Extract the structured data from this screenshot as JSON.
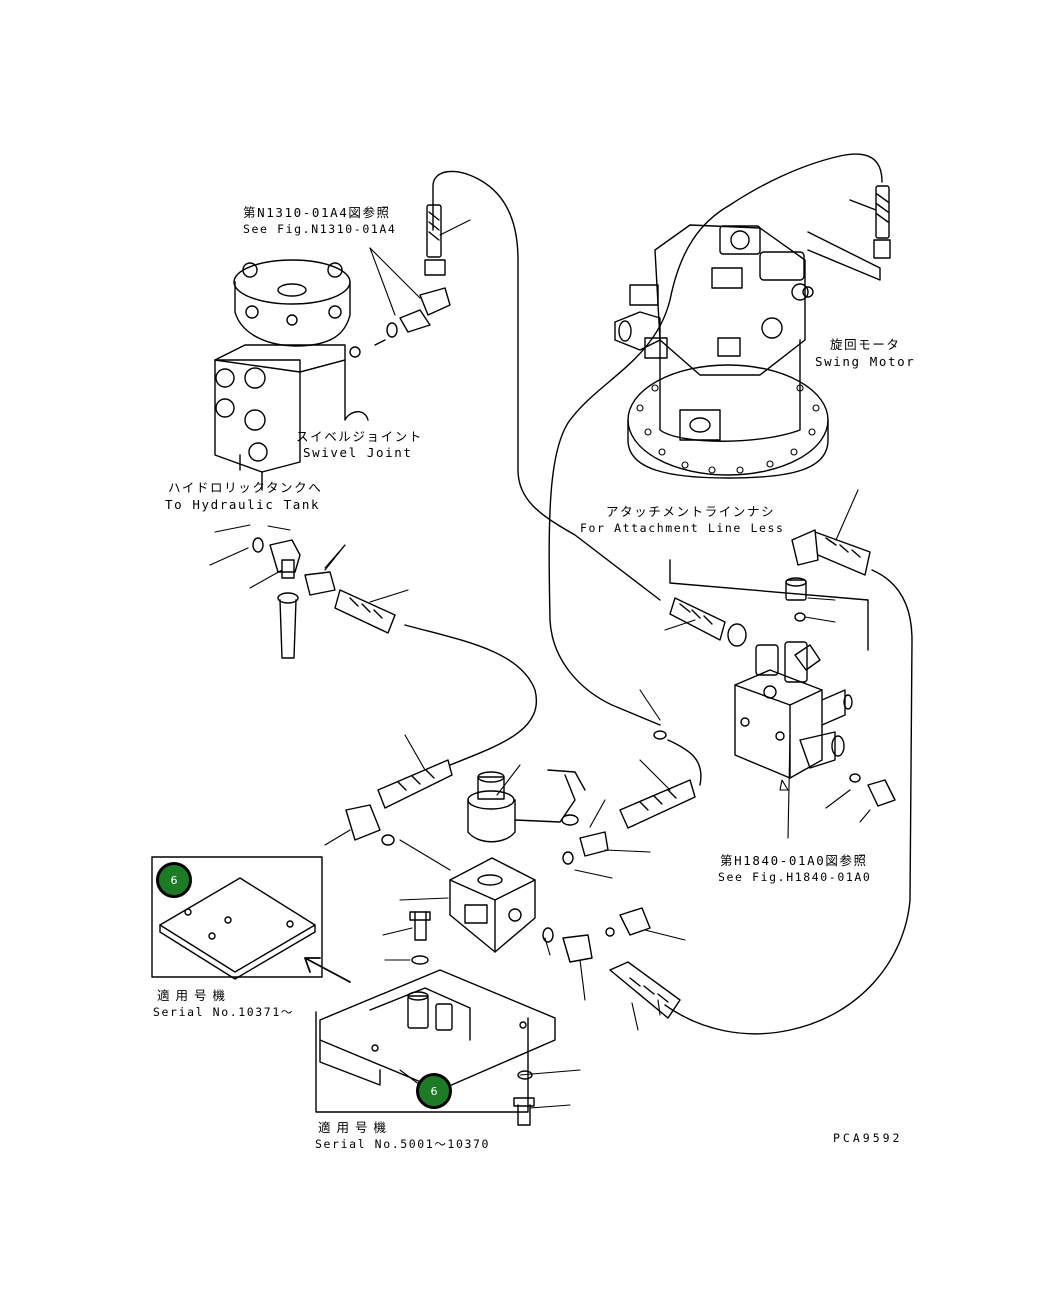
{
  "labels": {
    "ref_top_jp": "第N1310-01A4図参照",
    "ref_top_en": "See Fig.N1310-01A4",
    "swing_motor_jp": "旋回モータ",
    "swing_motor_en": "Swing Motor",
    "swivel_joint_jp": "スイベルジョイント",
    "swivel_joint_en": "Swivel Joint",
    "hydraulic_tank_jp": "ハイドロリックタンクへ",
    "hydraulic_tank_en": "To Hydraulic Tank",
    "attachment_jp": "アタッチメントラインナシ",
    "attachment_en": "For Attachment Line Less",
    "ref_right_jp": "第H1840-01A0図参照",
    "ref_right_en": "See Fig.H1840-01A0",
    "serial_new_jp": "適用号機",
    "serial_new_en": "Serial No.10371～",
    "serial_old_jp": "適用号機",
    "serial_old_en": "Serial No.5001～10370",
    "drawing_code": "PCA9592"
  },
  "callouts": [
    {
      "label": "6",
      "color": "#1d7a25"
    },
    {
      "label": "6",
      "color": "#1d7a25"
    }
  ]
}
